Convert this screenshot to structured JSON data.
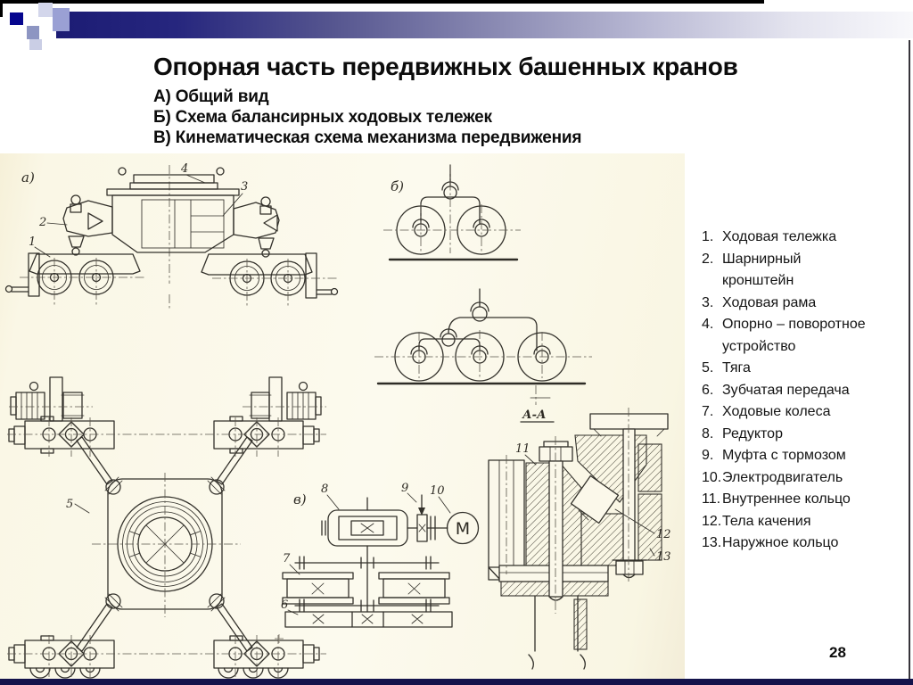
{
  "header": {
    "title": "Опорная часть передвижных башенных кранов",
    "lines": [
      "А) Общий вид",
      "Б) Схема балансирных ходовых тележек",
      "В) Кинематическая схема механизма передвижения"
    ]
  },
  "legend": {
    "items": [
      {
        "num": "1.",
        "lines": [
          "Ходовая тележка"
        ]
      },
      {
        "num": "2.",
        "lines": [
          "Шарнирный",
          "кронштейн"
        ]
      },
      {
        "num": "3.",
        "lines": [
          "Ходовая рама"
        ]
      },
      {
        "num": "4.",
        "lines": [
          "Опорно – поворотное",
          "устройство"
        ]
      },
      {
        "num": "5.",
        "lines": [
          "Тяга"
        ]
      },
      {
        "num": "6.",
        "lines": [
          "Зубчатая передача"
        ]
      },
      {
        "num": "7.",
        "lines": [
          "Ходовые колеса"
        ]
      },
      {
        "num": "8.",
        "lines": [
          "Редуктор"
        ]
      },
      {
        "num": "9.",
        "lines": [
          "Муфта с тормозом"
        ]
      },
      {
        "num": "10.",
        "lines": [
          "Электродвигатель"
        ]
      },
      {
        "num": "11.",
        "lines": [
          "Внутреннее кольцо"
        ]
      },
      {
        "num": "12.",
        "lines": [
          "Тела качения"
        ]
      },
      {
        "num": "13.",
        "lines": [
          "Наружное кольцо"
        ]
      }
    ]
  },
  "figure": {
    "label_a": "а)",
    "label_b": "б)",
    "label_v": "в)",
    "section_label": "А-А",
    "motor_letter": "М",
    "callouts": {
      "c1": "1",
      "c2": "2",
      "c3": "3",
      "c4": "4",
      "c5": "5",
      "c6": "6",
      "c7": "7",
      "c8": "8",
      "c9": "9",
      "c10": "10",
      "c11": "11",
      "c12": "12",
      "c13": "13"
    }
  },
  "footer": {
    "page_number": "28"
  },
  "colors": {
    "accent_navy": "#1c1c74",
    "bottom_bar": "#14134b",
    "paper": "#fbf8ea",
    "ink": "#33312b"
  }
}
